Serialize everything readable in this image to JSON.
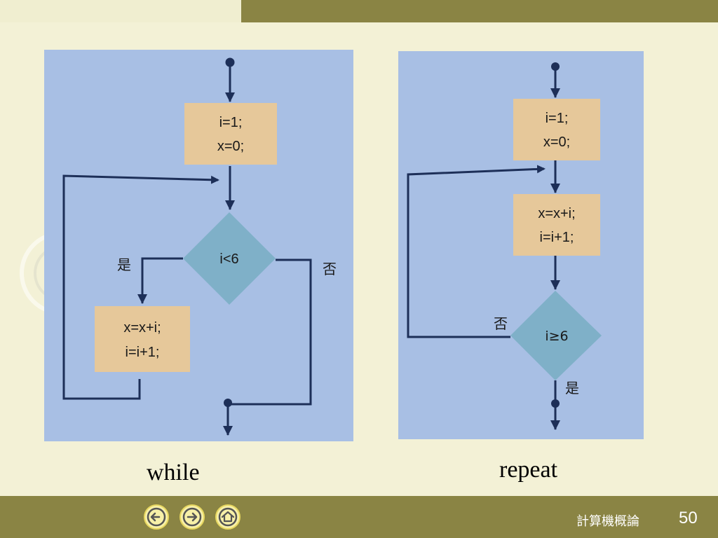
{
  "colors": {
    "box_fill": "#e6c89a",
    "diamond_fill": "#7fb0c8",
    "paper": "#a8bfe4",
    "line": "#1d2f58",
    "bar": "#8a8444"
  },
  "while_chart": {
    "init": [
      "i=1;",
      "x=0;"
    ],
    "condition": "i<6",
    "yes_label": "是",
    "no_label": "否",
    "body": [
      "x=x+i;",
      "i=i+1;"
    ],
    "caption": "while"
  },
  "repeat_chart": {
    "init": [
      "i=1;",
      "x=0;"
    ],
    "body": [
      "x=x+i;",
      "i=i+1;"
    ],
    "condition": "i≥6",
    "no_label": "否",
    "yes_label": "是",
    "caption": "repeat"
  },
  "footer": {
    "title": "計算機概論",
    "page": "50"
  },
  "nav": {
    "prev_icon": "arrow-left-icon",
    "next_icon": "arrow-right-icon",
    "home_icon": "home-icon"
  }
}
